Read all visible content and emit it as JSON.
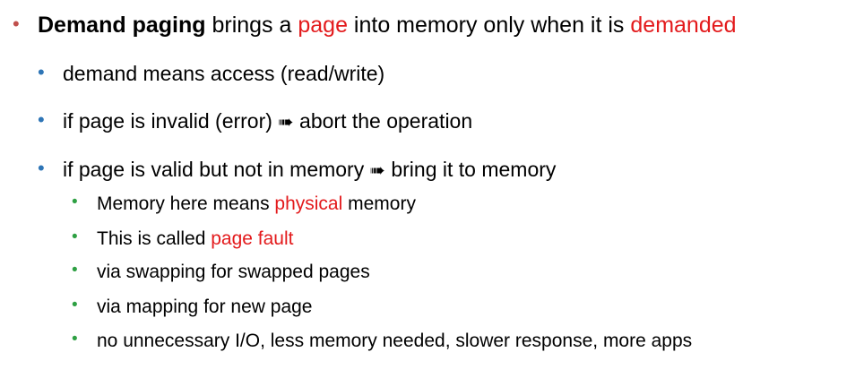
{
  "colors": {
    "bullet_level1": "#c0504d",
    "bullet_level2": "#2e75b6",
    "bullet_level3": "#2ea043",
    "highlight": "#e31a1c",
    "text": "#000000"
  },
  "slide": {
    "main_point": {
      "term": "Demand paging",
      "text_a": " brings a ",
      "hl_a": "page",
      "text_b": " into memory only when it is ",
      "hl_b": "demanded"
    },
    "sub_points": [
      {
        "text": "demand means access (read/write)"
      },
      {
        "text_a": "if page is invalid (error) ",
        "arrow": "➠",
        "text_b": " abort the operation"
      },
      {
        "text_a": "if page is valid but not in memory ",
        "arrow": "➠",
        "text_b": " bring it to memory"
      }
    ],
    "details": [
      {
        "text_a": "Memory here means ",
        "hl": "physical",
        "text_b": " memory"
      },
      {
        "text_a": "This is called ",
        "hl": "page fault"
      },
      {
        "text": "via swapping for swapped pages"
      },
      {
        "text": "via mapping for new page"
      },
      {
        "text": "no unnecessary I/O, less memory needed, slower response, more apps"
      }
    ]
  }
}
